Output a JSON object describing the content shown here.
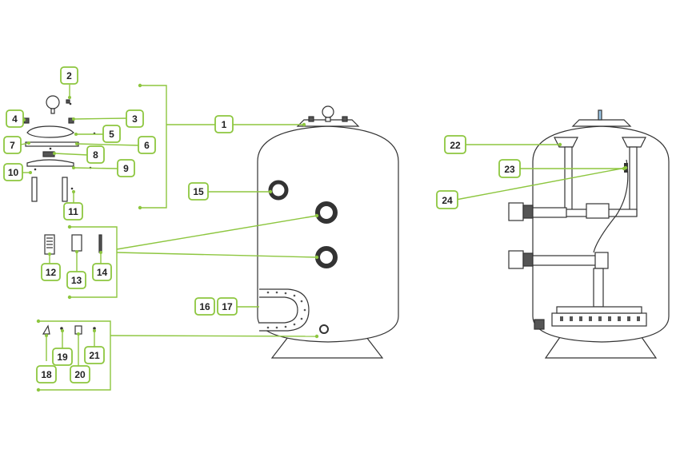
{
  "colors": {
    "accent": "#8dc63f",
    "line": "#333333",
    "fill": "#ffffff"
  },
  "callouts": [
    {
      "id": "c1",
      "text": "1"
    },
    {
      "id": "c2",
      "text": "2"
    },
    {
      "id": "c3",
      "text": "3"
    },
    {
      "id": "c4",
      "text": "4"
    },
    {
      "id": "c5",
      "text": "5"
    },
    {
      "id": "c6",
      "text": "6"
    },
    {
      "id": "c7",
      "text": "7"
    },
    {
      "id": "c8",
      "text": "8"
    },
    {
      "id": "c9",
      "text": "9"
    },
    {
      "id": "c10",
      "text": "10"
    },
    {
      "id": "c11",
      "text": "11"
    },
    {
      "id": "c12",
      "text": "12"
    },
    {
      "id": "c13",
      "text": "13"
    },
    {
      "id": "c14",
      "text": "14"
    },
    {
      "id": "c15",
      "text": "15"
    },
    {
      "id": "c16",
      "text": "16"
    },
    {
      "id": "c17",
      "text": "17"
    },
    {
      "id": "c18",
      "text": "18"
    },
    {
      "id": "c19",
      "text": "19"
    },
    {
      "id": "c20",
      "text": "20"
    },
    {
      "id": "c21",
      "text": "21"
    },
    {
      "id": "c22",
      "text": "22"
    },
    {
      "id": "c23",
      "text": "23"
    },
    {
      "id": "c24",
      "text": "24"
    }
  ]
}
